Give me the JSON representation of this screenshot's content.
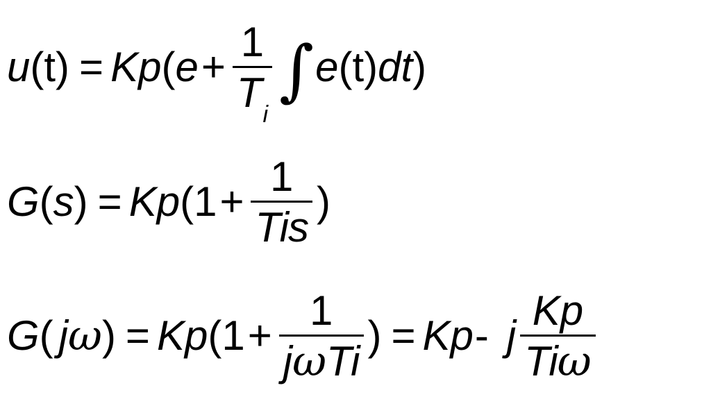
{
  "formulas": {
    "f1": {
      "lhs_var": "u",
      "lhs_arg": "(t)",
      "eq": "=",
      "k": "Kp",
      "open": "(",
      "e": "e",
      "plus": "+",
      "frac_num": "1",
      "frac_den": "T",
      "frac_den_sub": "i",
      "integral": "∫",
      "integrand": "e",
      "integrand_arg": "(t)",
      "d": "d",
      "t": "t",
      "close": ")"
    },
    "f2": {
      "lhs_var": "G",
      "lhs_arg_open": "(",
      "lhs_arg": "s",
      "lhs_arg_close": ")",
      "eq": "=",
      "k": "Kp",
      "open": "(",
      "one": "1",
      "plus": "+",
      "frac_num": "1",
      "frac_den": "Tis",
      "close": ")"
    },
    "f3": {
      "lhs_var": "G",
      "lhs_arg_open": "(",
      "lhs_j": "j",
      "lhs_omega": "ω",
      "lhs_arg_close": ")",
      "eq": "=",
      "k": "Kp",
      "open": "(",
      "one": "1",
      "plus": "+",
      "frac_num": "1",
      "frac_den_j": "j",
      "frac_den_omega": "ω",
      "frac_den_ti": "Ti",
      "close": ")",
      "eq2": "=",
      "k2": "Kp",
      "minus": "-",
      "j": "j",
      "frac2_num": "Kp",
      "frac2_den_ti": "Ti",
      "frac2_den_omega": "ω"
    }
  }
}
